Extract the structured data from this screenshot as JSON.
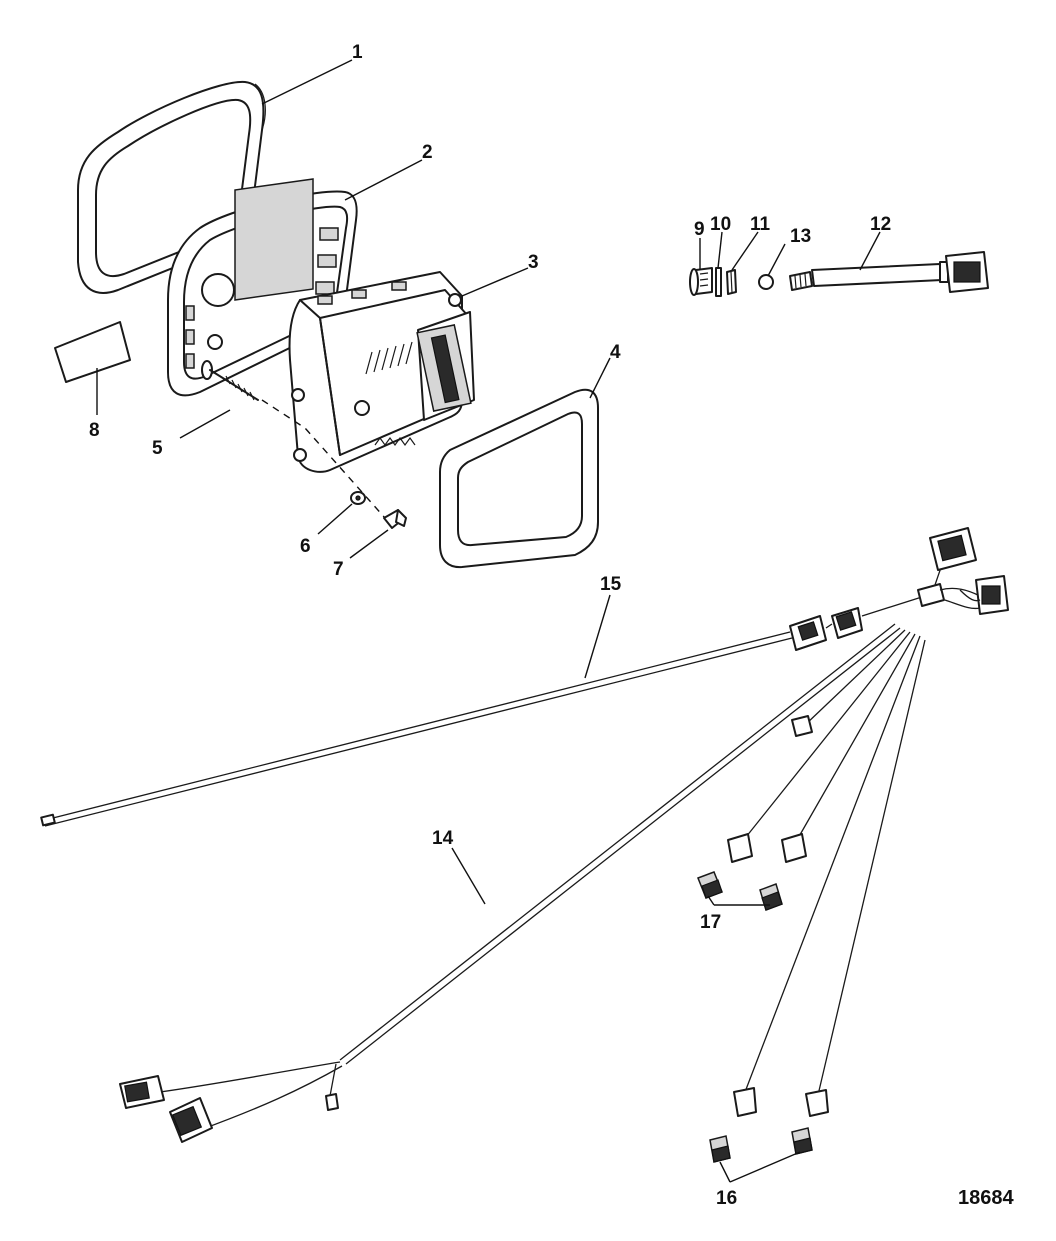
{
  "diagram": {
    "figure_number": "18684",
    "callouts": [
      "1",
      "2",
      "3",
      "4",
      "5",
      "6",
      "7",
      "8",
      "9",
      "10",
      "11",
      "12",
      "13",
      "14",
      "15",
      "16",
      "17"
    ]
  }
}
